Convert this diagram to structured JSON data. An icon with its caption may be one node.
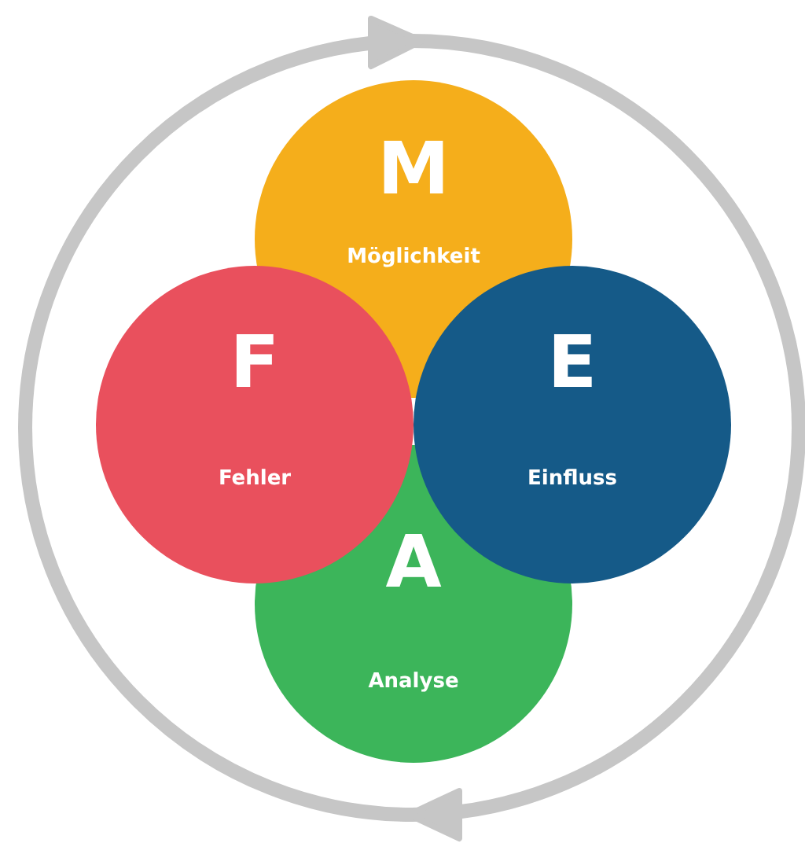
{
  "diagram": {
    "nodes": [
      {
        "text": [
          "M",
          "Möglichkeit"
        ]
      },
      {
        "text": [
          "A",
          "Analyse"
        ]
      },
      {
        "text": [
          "F",
          "Fehler"
        ]
      },
      {
        "text": [
          "E",
          "Einfluss"
        ]
      }
    ]
  }
}
